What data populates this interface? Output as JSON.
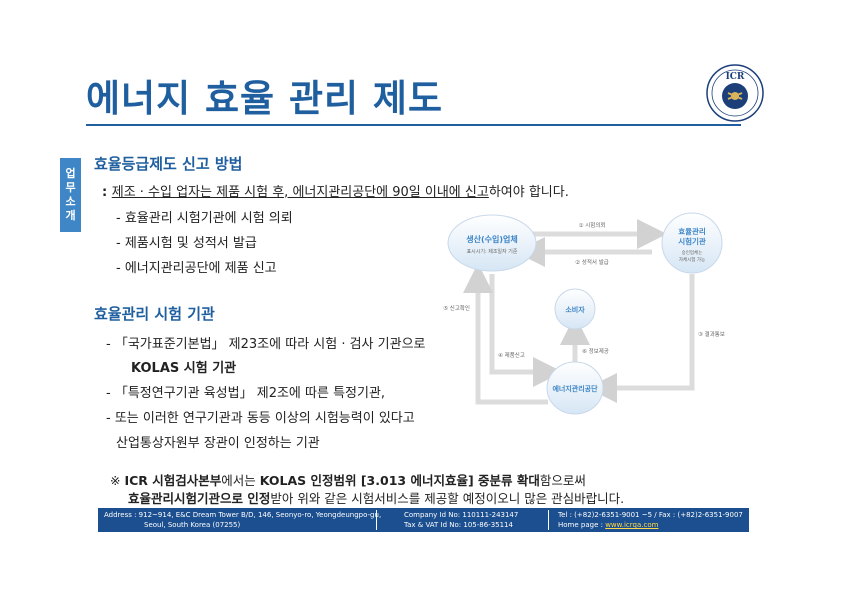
{
  "title": "에너지 효율 관리 제도",
  "logo": {
    "text": "ICR"
  },
  "side_tab": [
    "업",
    "무",
    "소",
    "개"
  ],
  "section1": {
    "heading": "효율등급제도 신고 방법",
    "lead_prefix": ": ",
    "lead_u1": "제조 · 수입 업자는 제품 시험 후, 에너지관리공단에 90일 이내에 신고",
    "lead_rest": "하여야 합니다.",
    "items": [
      "- 효율관리 시험기관에 시험 의뢰",
      "- 제품시험 및 성적서 발급",
      "- 에너지관리공단에 제품 신고"
    ]
  },
  "section2": {
    "heading": "효율관리 시험 기관",
    "line1": "- 「국가표준기본법」 제23조에 따라 시험 · 검사 기관으로",
    "line2": "KOLAS 시험 기관",
    "line3": "- 「특정연구기관 육성법」 제2조에 따른 특정기관,",
    "line4": "- 또는 이러한 연구기관과 동등 이상의 시험능력이 있다고",
    "line5": "산업통상자원부 장관이 인정하는 기관"
  },
  "diagram": {
    "producer": {
      "title": "생산(수입)업체",
      "sub": "표시시기: 제조일자 기준"
    },
    "lab": {
      "title1": "효율관리",
      "title2": "시험기관",
      "sub1": "승인업체는",
      "sub2": "자체시험 가능"
    },
    "consumer": "소비자",
    "agency": "에너지관리공단",
    "steps": [
      "① 시험의뢰",
      "② 성적서 발급",
      "③ 결과통보",
      "④ 제품신고",
      "⑤ 신고확인",
      "⑥ 정보제공"
    ]
  },
  "note": {
    "mark": "※ ",
    "p1_bold": "ICR 시험검사본부",
    "p1": "에서는 ",
    "p2_bold": "KOLAS 인정범위 [3.013 에너지효율] 중분류 확대",
    "p2": "함으로써",
    "p3_bold": "효율관리시험기관으로 인정",
    "p3": "받아 위와 같은 시험서비스를 제공할 예정이오니 많은 관심바랍니다."
  },
  "footer": {
    "address1": "Address : 912~914, E&C Dream Tower B/D, 146, Seonyo-ro, Yeongdeungpo-gu,",
    "address2": "Seoul, South Korea (07255)",
    "company": "Company Id No: 110111-243147",
    "tax": "Tax & VAT Id No: 105-86-35114",
    "tel": "Tel : (+82)2-6351-9001 ~5 / Fax : (+82)2-6351-9007",
    "home_label": "Home page : ",
    "home_link": "www.icrqa.com"
  },
  "colors": {
    "brand": "#1f5f9f",
    "tab": "#3f86c6",
    "footer": "#1c4f8f",
    "diagram_text": "#3f86c6",
    "diagram_fill": "#e4eef8"
  }
}
